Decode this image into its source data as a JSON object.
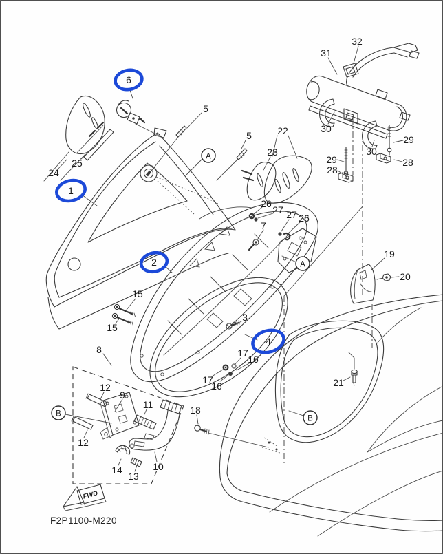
{
  "diagram": {
    "code": "F2P1100-M220",
    "fwd": "FWD",
    "highlight_color": "#1c49d8",
    "highlighted_parts": [
      "1",
      "2",
      "4",
      "6"
    ]
  },
  "callouts": [
    {
      "text": "1",
      "highlighted": true
    },
    {
      "text": "2",
      "highlighted": true
    },
    {
      "text": "3",
      "highlighted": false
    },
    {
      "text": "4",
      "highlighted": true
    },
    {
      "text": "5",
      "highlighted": false
    },
    {
      "text": "5",
      "highlighted": false
    },
    {
      "text": "6",
      "highlighted": true
    },
    {
      "text": "7",
      "highlighted": false
    },
    {
      "text": "8",
      "highlighted": false
    },
    {
      "text": "9",
      "highlighted": false
    },
    {
      "text": "10",
      "highlighted": false
    },
    {
      "text": "11",
      "highlighted": false
    },
    {
      "text": "12",
      "highlighted": false
    },
    {
      "text": "12",
      "highlighted": false
    },
    {
      "text": "13",
      "highlighted": false
    },
    {
      "text": "14",
      "highlighted": false
    },
    {
      "text": "15",
      "highlighted": false
    },
    {
      "text": "15",
      "highlighted": false
    },
    {
      "text": "16",
      "highlighted": false
    },
    {
      "text": "16",
      "highlighted": false
    },
    {
      "text": "17",
      "highlighted": false
    },
    {
      "text": "17",
      "highlighted": false
    },
    {
      "text": "18",
      "highlighted": false
    },
    {
      "text": "19",
      "highlighted": false
    },
    {
      "text": "20",
      "highlighted": false
    },
    {
      "text": "21",
      "highlighted": false
    },
    {
      "text": "22",
      "highlighted": false
    },
    {
      "text": "23",
      "highlighted": false
    },
    {
      "text": "24",
      "highlighted": false
    },
    {
      "text": "25",
      "highlighted": false
    },
    {
      "text": "26",
      "highlighted": false
    },
    {
      "text": "26",
      "highlighted": false
    },
    {
      "text": "27",
      "highlighted": false
    },
    {
      "text": "27",
      "highlighted": false
    },
    {
      "text": "28",
      "highlighted": false
    },
    {
      "text": "28",
      "highlighted": false
    },
    {
      "text": "29",
      "highlighted": false
    },
    {
      "text": "29",
      "highlighted": false
    },
    {
      "text": "30",
      "highlighted": false
    },
    {
      "text": "30",
      "highlighted": false
    },
    {
      "text": "31",
      "highlighted": false
    },
    {
      "text": "32",
      "highlighted": false
    }
  ],
  "ref_markers": [
    {
      "text": "A"
    },
    {
      "text": "A"
    },
    {
      "text": "B"
    },
    {
      "text": "B"
    }
  ]
}
